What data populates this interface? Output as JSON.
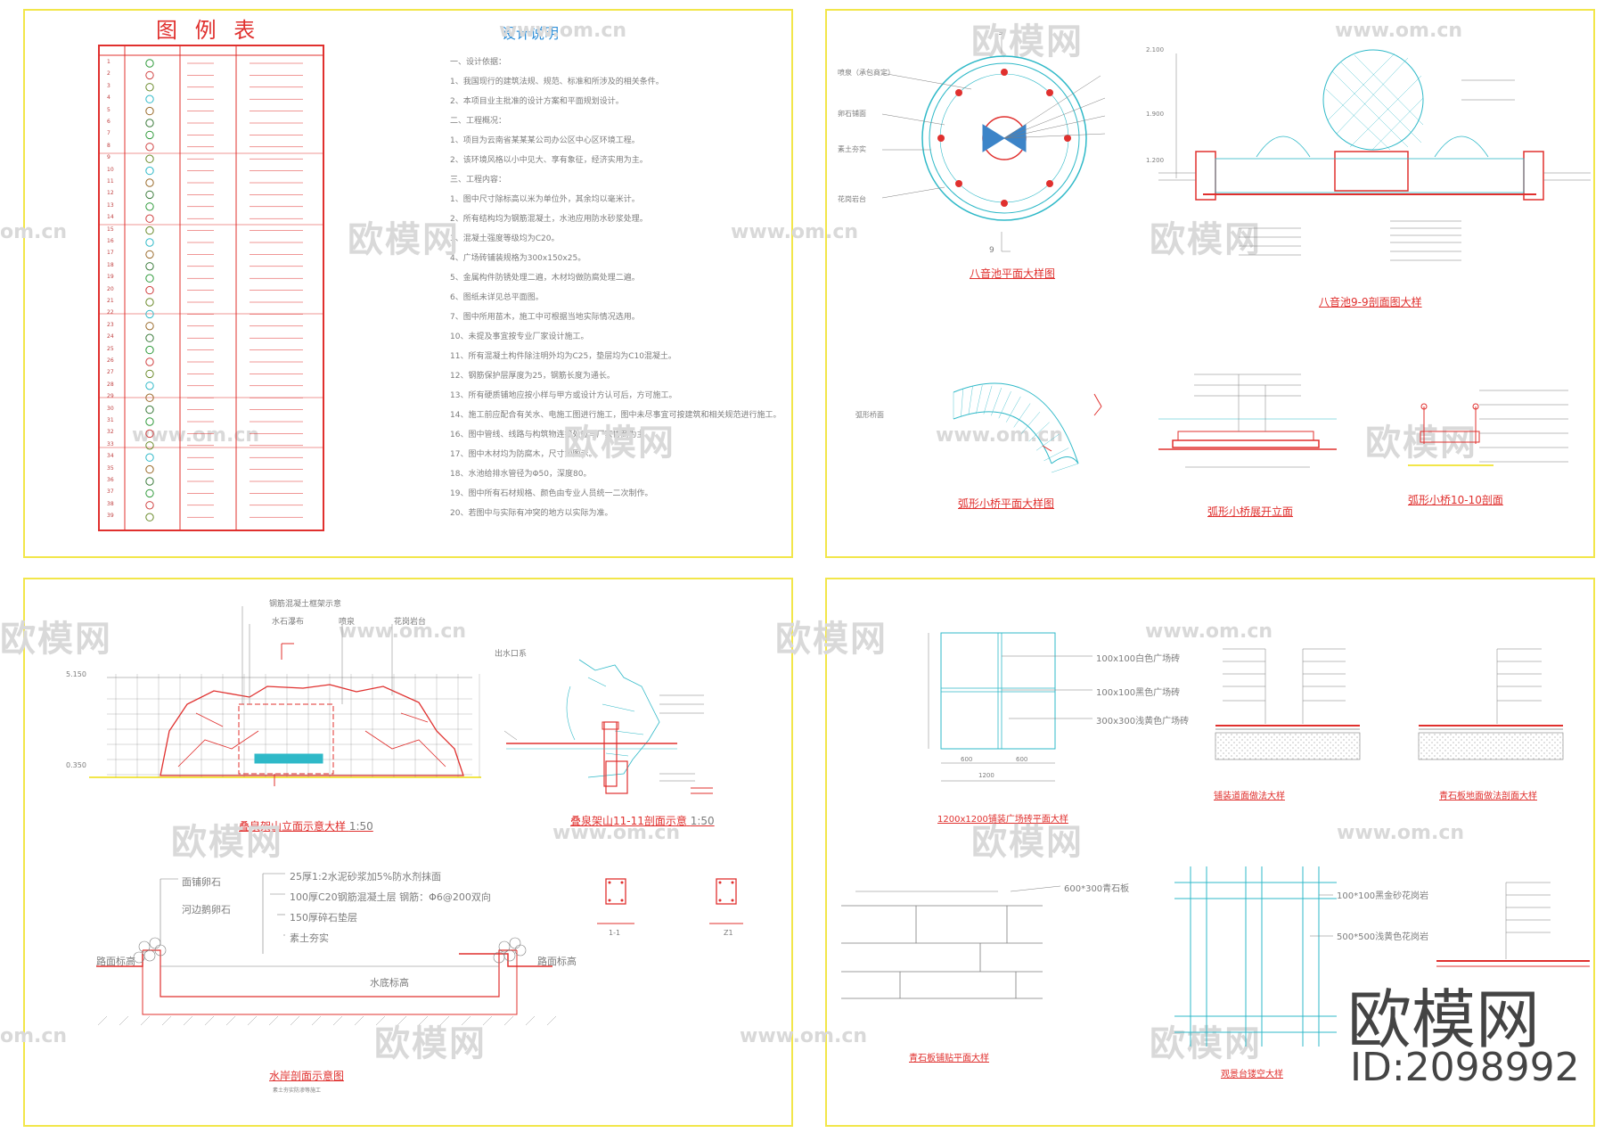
{
  "sheet1": {
    "legend_title": "图 例 表",
    "legend_rows": [
      "1",
      "2",
      "3",
      "4",
      "5",
      "6",
      "7",
      "8",
      "9",
      "10",
      "11",
      "12",
      "13",
      "14",
      "15",
      "16",
      "17",
      "18",
      "19",
      "20",
      "21",
      "22",
      "23",
      "24",
      "25",
      "26",
      "27",
      "28",
      "29",
      "30",
      "31",
      "32",
      "33",
      "34",
      "35",
      "36",
      "37",
      "38",
      "39"
    ],
    "notes_title": "设计说明",
    "notes": [
      "一、设计依据：",
      "1、我国现行的建筑法规、规范、标准和所涉及的相关条件。",
      "2、本项目业主批准的设计方案和平面规划设计。",
      "二、工程概况：",
      "1、项目为云南省某某某公司办公区中心区环境工程。",
      "2、该环境风格以小中见大、享有象征，经济实用为主。",
      "三、工程内容：",
      "1、图中尺寸除标高以米为单位外，其余均以毫米计。",
      "2、所有结构均为钢筋混凝土，水池应用防水砂浆处理。",
      "3、混凝土强度等级均为C20。",
      "4、广场砖铺装规格为300x150x25。",
      "5、金属构件防锈处理二遍，木材均做防腐处理二遍。",
      "6、图纸未详见总平面图。",
      "7、图中所用苗木，施工中可根据当地实际情况选用。",
      "10、未提及事宜按专业厂家设计施工。",
      "11、所有混凝土构件除注明外均为C25，垫层均为C10混凝土。",
      "12、钢筋保护层厚度为25，钢筋长度为通长。",
      "13、所有硬质铺地应按小样与甲方或设计方认可后，方可施工。",
      "14、施工前应配合有关水、电施工图进行施工，图中未尽事宜可按建筑和相关规范进行施工。",
      "16、图中管线、线路与构筑物连接处应与厂家协商为主。",
      "17、图中木材均为防腐木，尺寸如图示。",
      "18、水池给排水管径为Φ50，深度80。",
      "19、图中所有石材规格、颜色由专业人员统一二次制作。",
      "20、若图中与实际有冲突的地方以实际为准。"
    ]
  },
  "sheet2": {
    "label_octagon_plan": "八音池平面大样图",
    "label_octagon_section": "八音池9-9剖面图大样",
    "label_bridge_plan": "弧形小桥平面大样图",
    "label_bridge_elev": "弧形小桥展开立面",
    "label_bridge_section": "弧形小桥10-10剖面",
    "callouts": [
      "喷泉（承包商定）",
      "卵石铺面",
      "素土夯实",
      "花岗岩台",
      "弧形桥面"
    ],
    "dim_left": "2.100",
    "dim_left2": "1.900",
    "dim_left3": "1.200",
    "section_mark_top": "9",
    "section_mark_bot": "9"
  },
  "sheet3": {
    "label_falls_elev": "叠泉架山立面示意大样",
    "label_falls_elev_scale": "1:50",
    "label_falls_section": "叠泉架山11-11剖面示意",
    "label_falls_section_scale": "1:50",
    "label_pool_section": "水岸剖面示意图",
    "label_pool_note": "素土夯实防渗等施工",
    "elev_top": "5.150",
    "elev_bot": "0.350",
    "callouts_top": [
      "钢筋混凝土框架示意",
      "水石瀑布",
      "喷泉",
      "花岗岩台"
    ],
    "callout_outlet": "出水口系",
    "layers": [
      "25厚1:2水泥砂浆加5%防水剂抹面",
      "100厚C20钢筋混凝土层 钢筋：Φ6@200双向",
      "150厚碎石垫层",
      "素土夯实"
    ],
    "left_labels": [
      "面铺卵石",
      "河边鹅卵石"
    ],
    "road_left": "路面标高",
    "road_right": "路面标高",
    "water_label": "水底标高",
    "detail_11": "1-1",
    "detail_z1": "Z1"
  },
  "sheet4": {
    "label_tile_plan": "1200x1200铺装广场砖平面大样",
    "label_tile_section1": "铺装道面做法大样",
    "label_tile_section2": "青石板地面做法剖面大样",
    "label_stone_plan": "青石板铺贴平面大样",
    "label_pergola": "观景台镂空大样",
    "tile_callouts": [
      "100x100白色广场砖",
      "100x100黑色广场砖",
      "300x300浅黄色广场砖"
    ],
    "stone_callout": "600*300青石板",
    "pergola_callouts": [
      "100*100黑金砂花岗岩",
      "500*500浅黄色花岗岩"
    ],
    "dim_600a": "600",
    "dim_600b": "600",
    "dim_1200": "1200"
  },
  "watermarks": {
    "brand": "欧模网",
    "url": "www.om.cn",
    "url_short": "om.cn"
  },
  "brand_text": "欧模网",
  "brand_id": "ID:2098992",
  "colors": {
    "frame": "#f2e64a",
    "red": "#e0302e",
    "cyan": "#2fb9c8",
    "gray": "#7d7d7d"
  }
}
